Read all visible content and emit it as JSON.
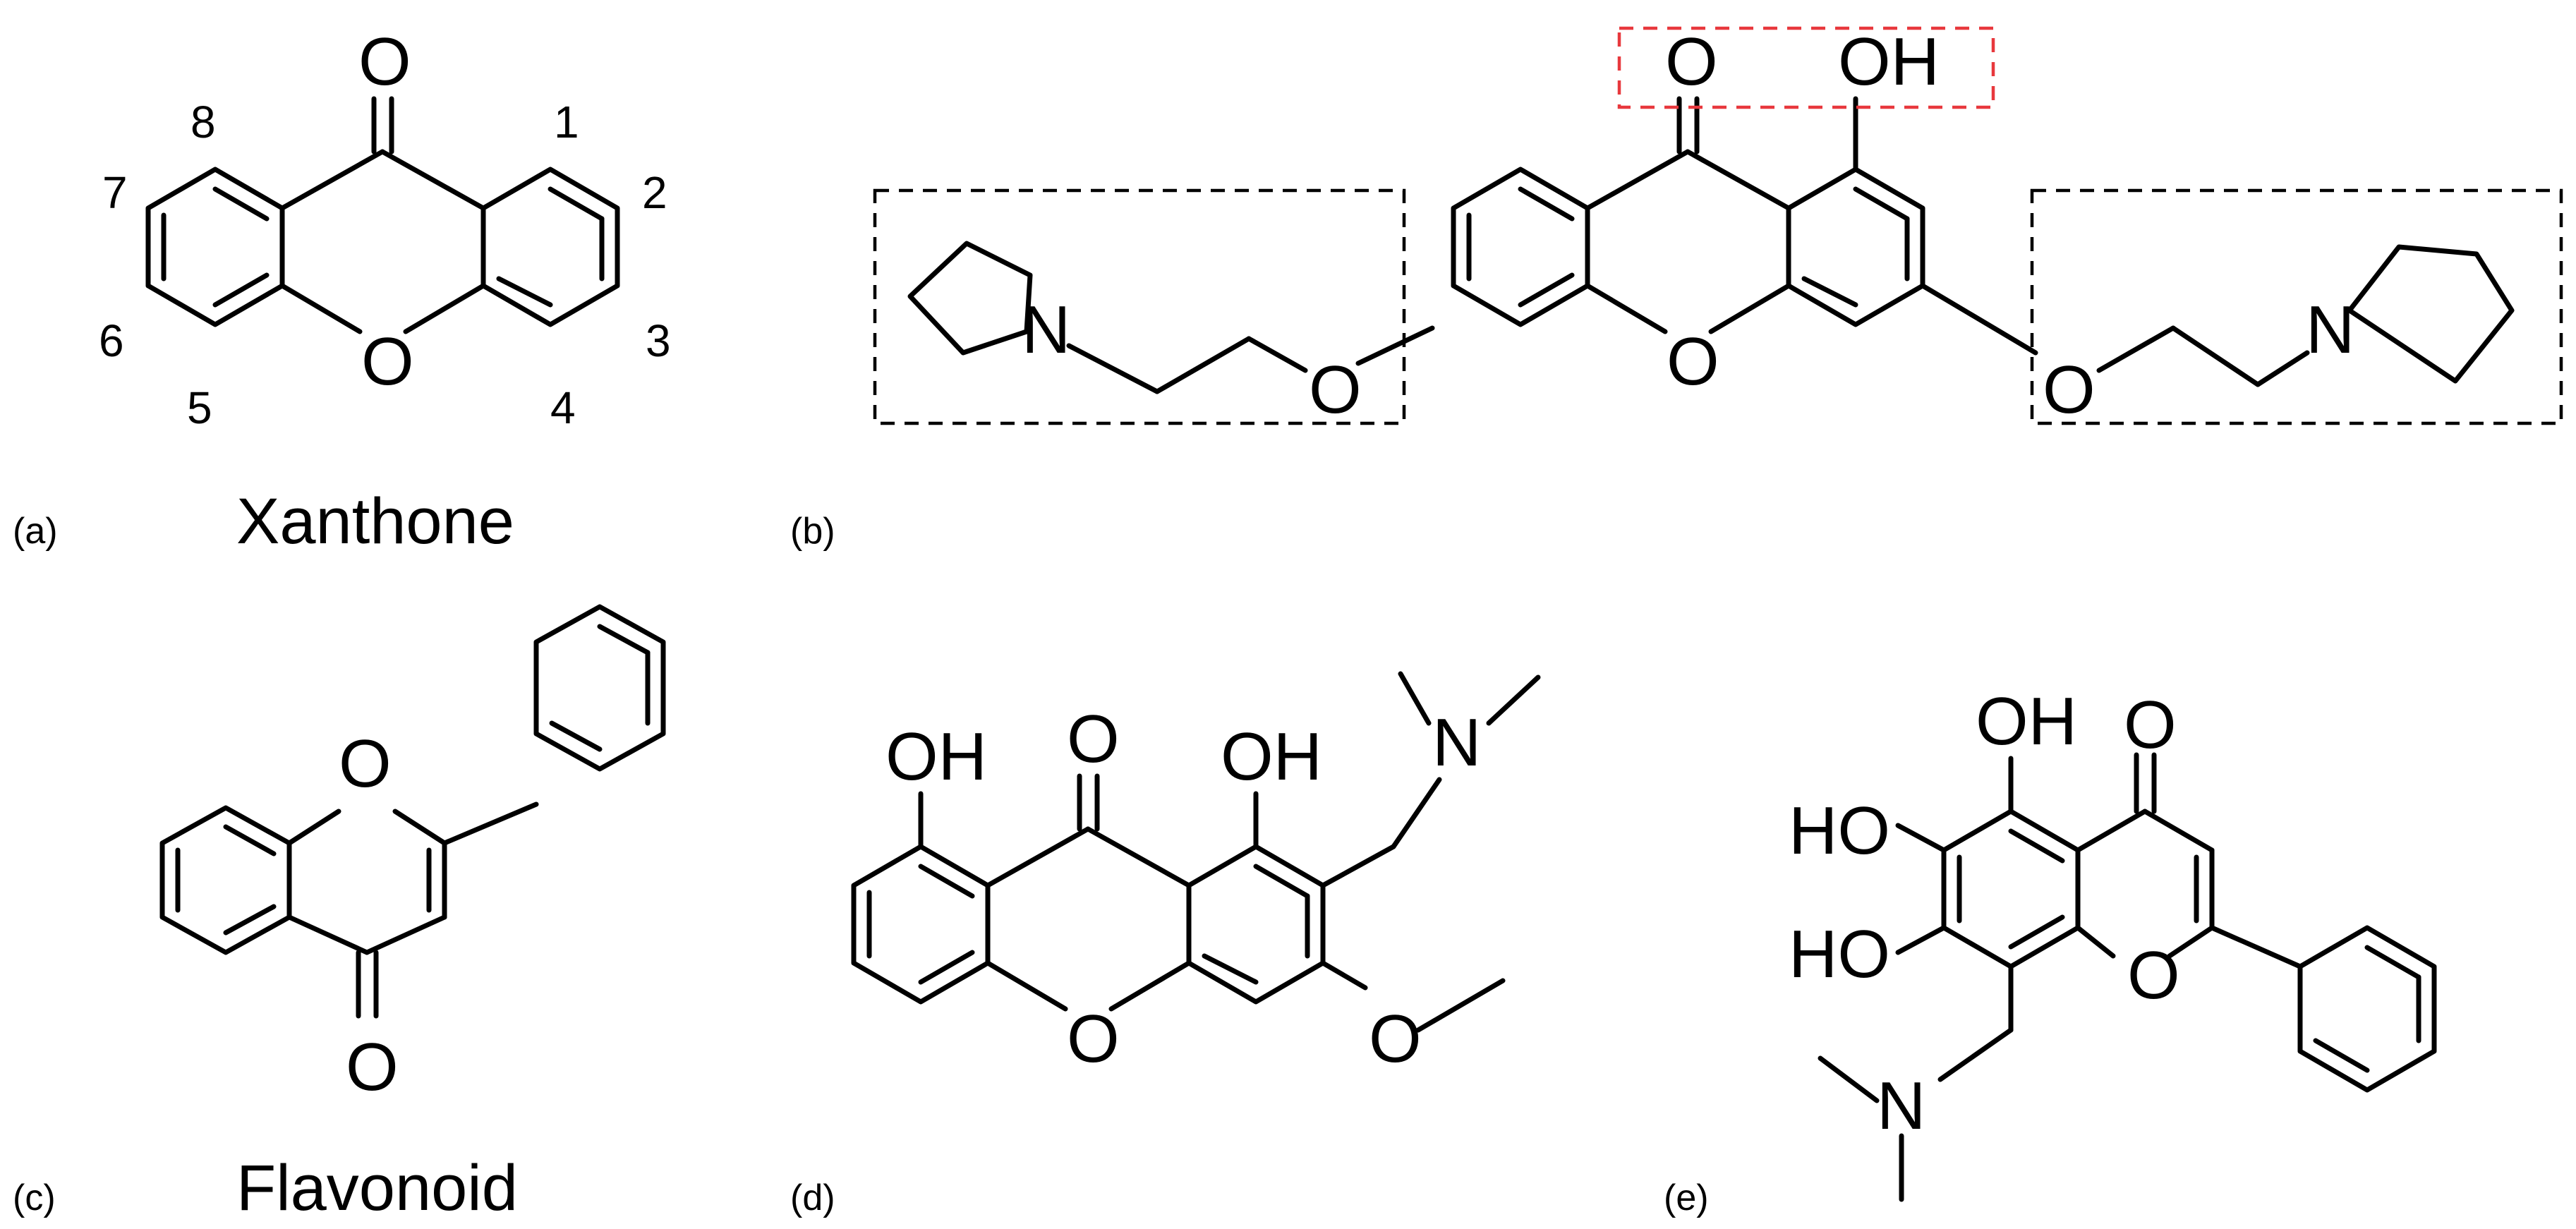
{
  "panels": {
    "a": {
      "label": "(a)",
      "caption": "Xanthone"
    },
    "b": {
      "label": "(b)"
    },
    "c": {
      "label": "(c)",
      "caption": "Flavonoid"
    },
    "d": {
      "label": "(d)"
    },
    "e": {
      "label": "(e)"
    }
  },
  "atoms": {
    "oxygen": "O",
    "nitrogen": "N",
    "hydroxyl": "OH",
    "hydroxyl_left": "HO"
  },
  "numbering": [
    "1",
    "2",
    "3",
    "4",
    "5",
    "6",
    "7",
    "8"
  ],
  "colors": {
    "bond": "#000000",
    "highlight_box": "#e8383d",
    "substituent_box": "#000000"
  }
}
